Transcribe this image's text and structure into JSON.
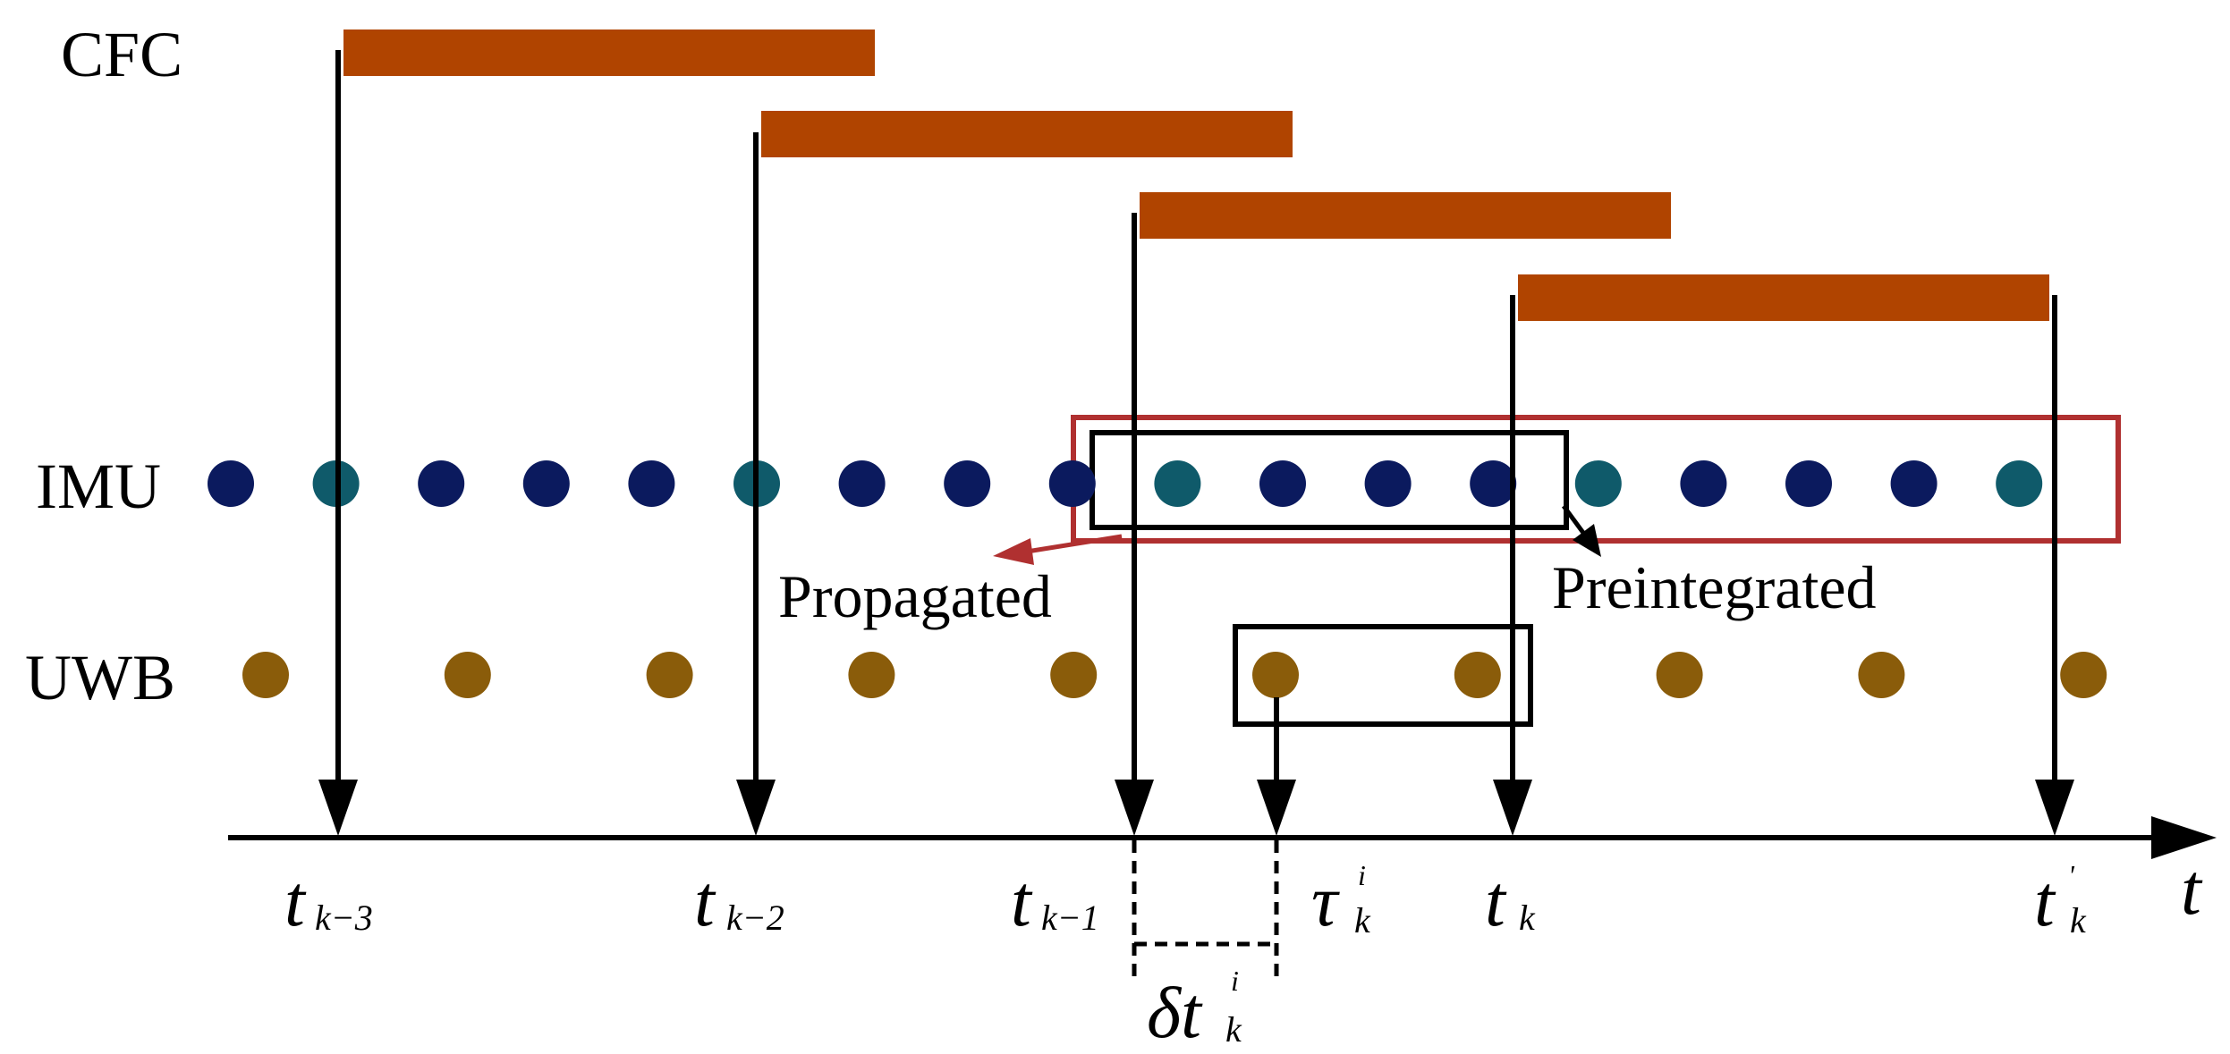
{
  "rows": {
    "cfc": "CFC",
    "imu": "IMU",
    "uwb": "UWB"
  },
  "annotations": {
    "propagated": "Propagated",
    "preintegrated": "Preintegrated"
  },
  "axis": {
    "variable": "t",
    "ticks": [
      {
        "main": "t",
        "sub": "k−3"
      },
      {
        "main": "t",
        "sub": "k−2"
      },
      {
        "main": "t",
        "sub": "k−1"
      },
      {
        "main": "τ",
        "sup": "i",
        "sub": "k"
      },
      {
        "main": "t",
        "sub": "k"
      },
      {
        "main": "t",
        "sup": "'",
        "sub": "k"
      }
    ],
    "interval": {
      "main": "δt",
      "sup": "i",
      "sub": "k"
    }
  },
  "colors": {
    "cfc_bar": "#b04400",
    "imu_dot": "#0b1a5e",
    "imu_keyframe_dot": "#0f5a6a",
    "uwb_dot": "#8a5c0a",
    "propagated_box": "#b03030",
    "line": "#000000"
  },
  "imu": {
    "count": 18,
    "keyframe_indices": [
      1,
      5,
      9,
      13,
      17
    ]
  },
  "uwb": {
    "count": 10
  }
}
